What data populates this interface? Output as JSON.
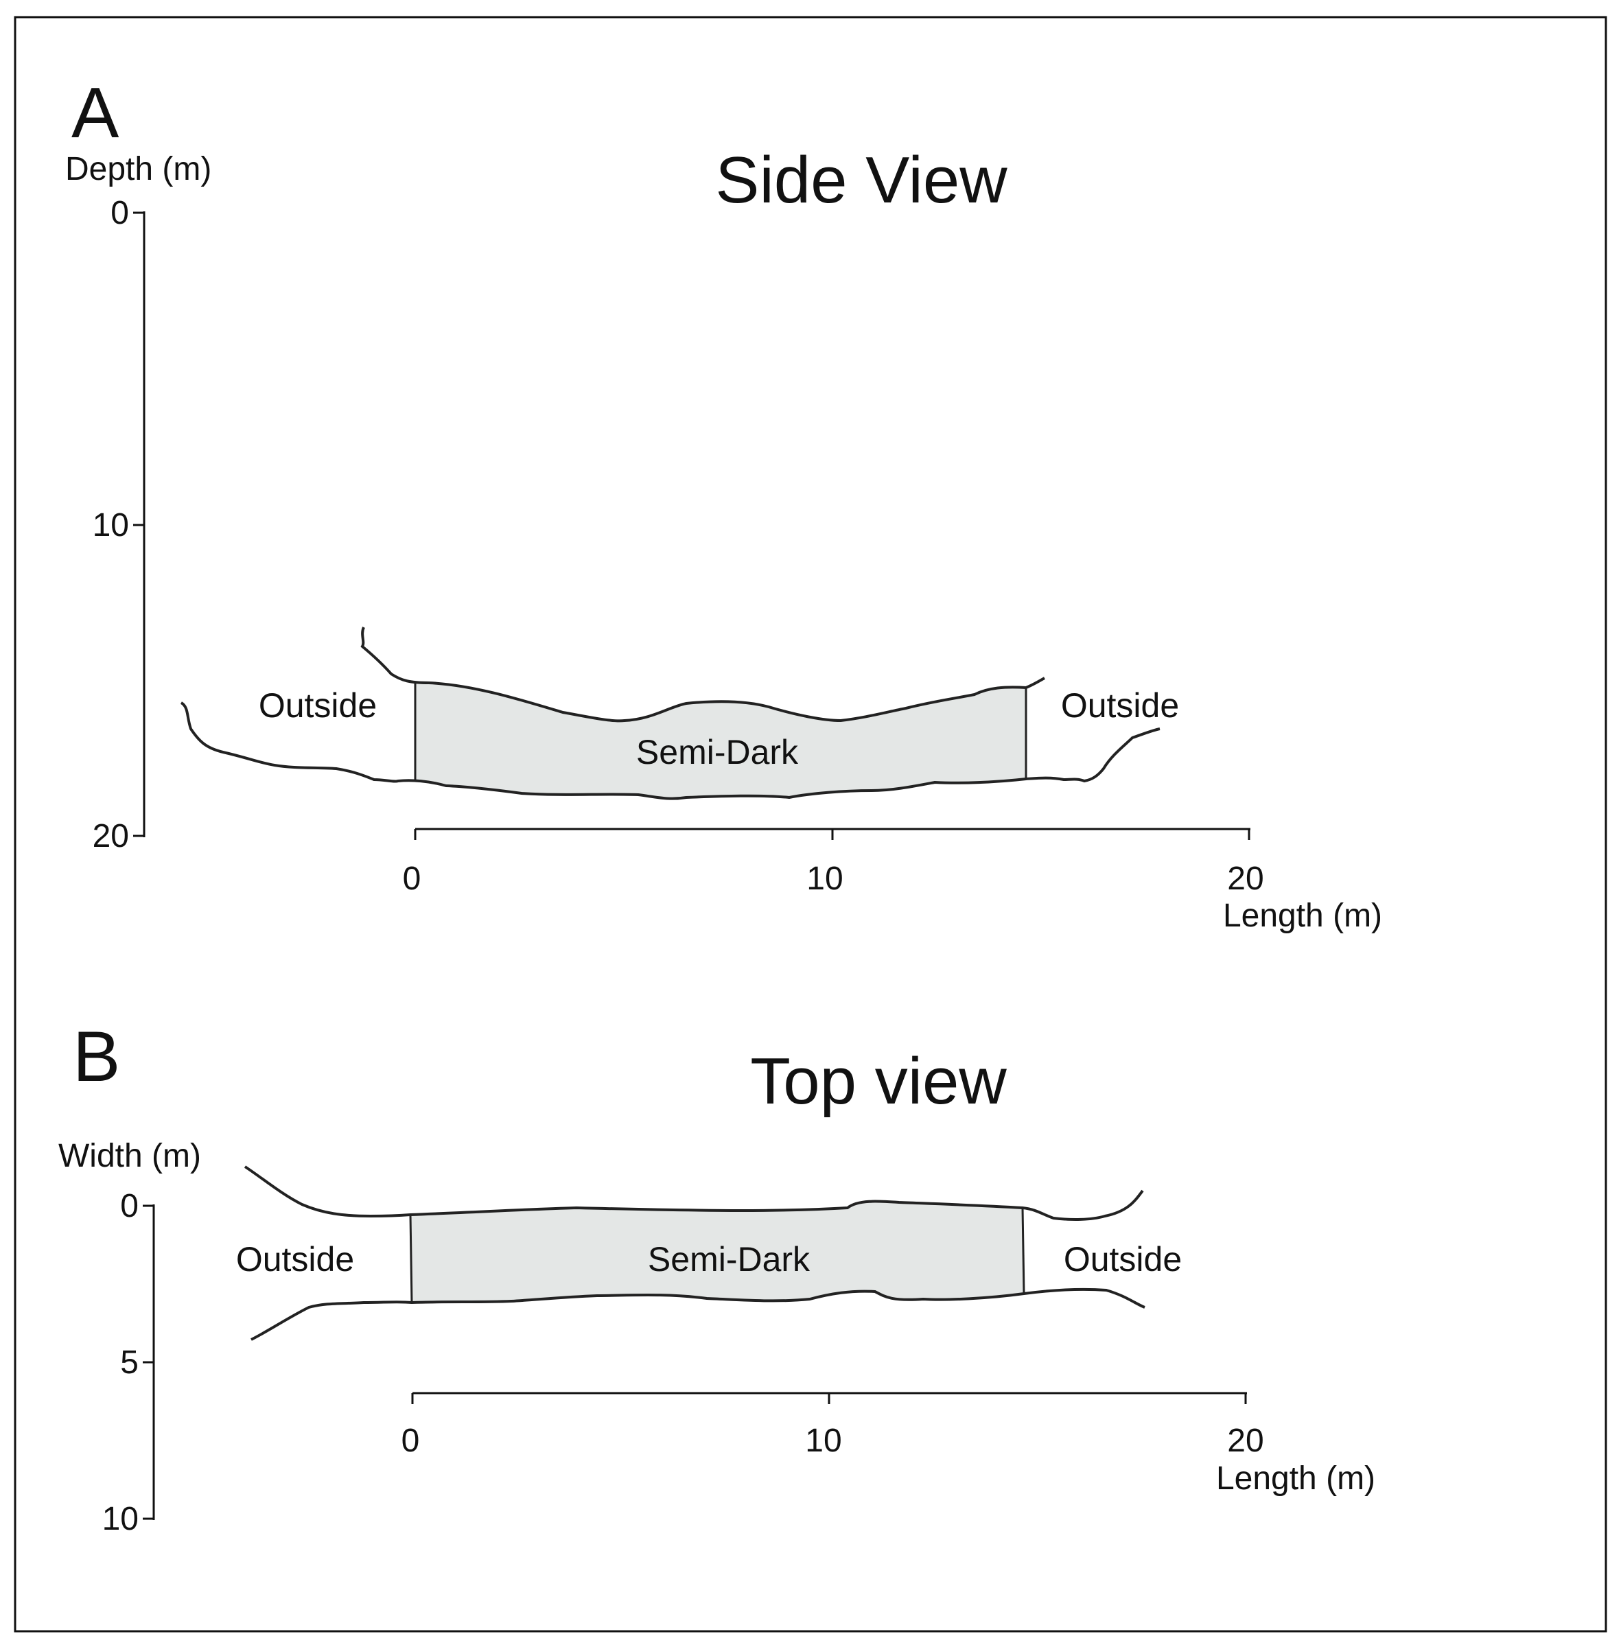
{
  "colors": {
    "frame": "#111111",
    "outline": "#222222",
    "zone_fill": "#e4e7e6",
    "text": "#111111"
  },
  "panel_a": {
    "letter": "A",
    "title": "Side View",
    "y_axis_title": "Depth (m)",
    "y_ticks": [
      "0",
      "10",
      "20"
    ],
    "x_ticks": [
      "0",
      "10",
      "20"
    ],
    "x_axis_title": "Length (m)",
    "outside_left": "Outside",
    "outside_right": "Outside",
    "zone_label": "Semi-Dark"
  },
  "panel_b": {
    "letter": "B",
    "title": "Top view",
    "y_axis_title": "Width (m)",
    "y_ticks": [
      "0",
      "5",
      "10"
    ],
    "x_ticks": [
      "0",
      "10",
      "20"
    ],
    "x_axis_title": "Length (m)",
    "outside_left": "Outside",
    "outside_right": "Outside",
    "zone_label": "Semi-Dark"
  }
}
